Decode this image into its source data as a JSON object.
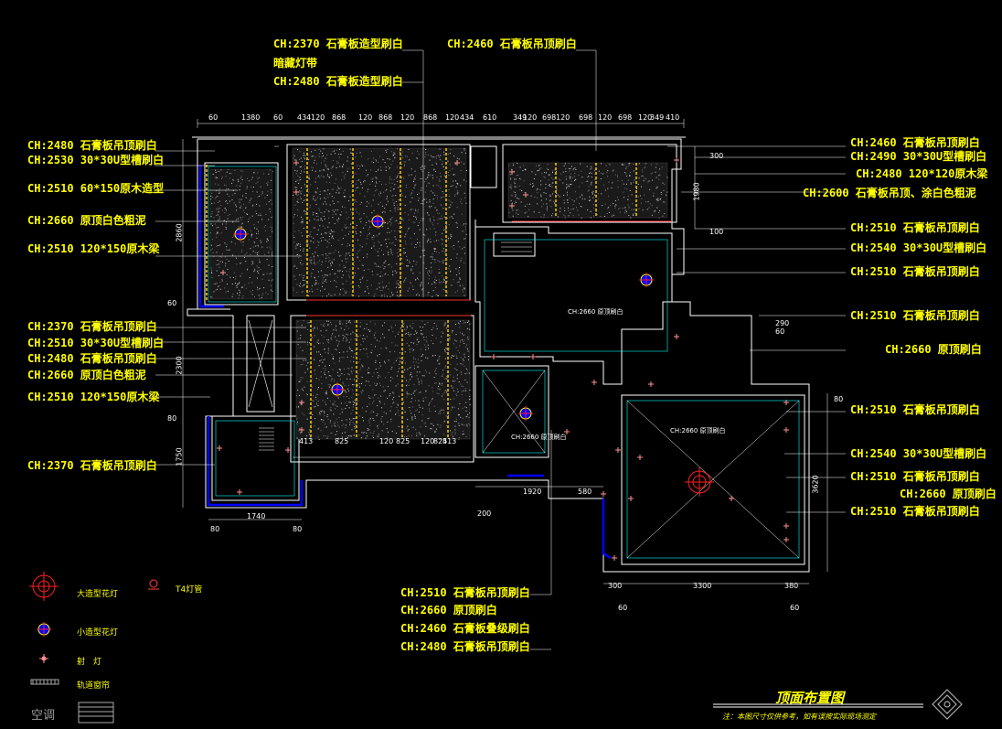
{
  "drawing_title": "顶面布置图",
  "note": "注：本图尺寸仅供参考，如有误按实际现场测定",
  "top_labels": [
    "CH:2370 石膏板造型刷白",
    "暗藏灯带",
    "CH:2480 石膏板造型刷白",
    "CH:2460 石膏板吊顶刷白"
  ],
  "left_labels": [
    "CH:2480 石膏板吊顶刷白",
    "CH:2530 30*30U型槽刷白",
    "CH:2510 60*150原木造型",
    "CH:2660 原顶白色粗泥",
    "CH:2510 120*150原木梁",
    "CH:2370 石膏板吊顶刷白",
    "CH:2510 30*30U型槽刷白",
    "CH:2480 石膏板吊顶刷白",
    "CH:2660 原顶白色粗泥",
    "CH:2510 120*150原木梁",
    "CH:2370 石膏板吊顶刷白"
  ],
  "right_labels": [
    "CH:2460 石膏板吊顶刷白",
    "CH:2490 30*30U型槽刷白",
    "CH:2480 120*120原木梁",
    "CH:2600 石膏板吊顶、涂白色粗泥",
    "CH:2510 石膏板吊顶刷白",
    "CH:2540 30*30U型槽刷白",
    "CH:2510 石膏板吊顶刷白",
    "CH:2510 石膏板吊顶刷白",
    "CH:2660 原顶刷白",
    "CH:2510 石膏板吊顶刷白",
    "CH:2540 30*30U型槽刷白",
    "CH:2510 石膏板吊顶刷白",
    "CH:2660 原顶刷白",
    "CH:2510 石膏板吊顶刷白"
  ],
  "bottom_labels": [
    "CH:2510 石膏板吊顶刷白",
    "CH:2660 原顶刷白",
    "CH:2460 石膏板叠级刷白",
    "CH:2480 石膏板吊顶刷白"
  ],
  "top_dims": [
    "60",
    "1380",
    "60",
    "434",
    "120",
    "868",
    "120",
    "868",
    "120",
    "868",
    "120",
    "434",
    "610",
    "349",
    "120",
    "698",
    "120",
    "698",
    "120",
    "698",
    "120",
    "349",
    "410"
  ],
  "bottom_dims": [
    "413",
    "825",
    "120",
    "825",
    "120",
    "825",
    "413"
  ],
  "misc_dims": {
    "d1740": "1740",
    "d80a": "80",
    "d80b": "80",
    "d1920": "1920",
    "d580": "580",
    "d200": "200",
    "d300": "300",
    "d3300": "3300",
    "d380": "380",
    "d60a": "60",
    "d60b": "60",
    "left_2860": "2860",
    "left_2300": "2300",
    "left_1750": "1750",
    "left_60": "60",
    "left_80": "80",
    "right_1980": "1980",
    "right_3620": "3620",
    "right_290": "290",
    "right_60": "60",
    "right_100": "100",
    "right_300": "300",
    "right_80": "80"
  },
  "room_notes": [
    "CH:2660  原顶刷白",
    "CH:2660  原顶刷白",
    "CH:2660  原顶刷白"
  ],
  "legend": {
    "big_light": "大造型花灯",
    "small_light": "小造型花灯",
    "spot": "射　灯",
    "t4": "T4灯管",
    "track": "轨道窗帘",
    "ac": "空调"
  },
  "colors": {
    "label": "#ffff00",
    "wall": "#ffffff",
    "light": "#ff0000",
    "beam": "#c8a000",
    "accent": "#00ffff",
    "blue": "#0000ff"
  }
}
